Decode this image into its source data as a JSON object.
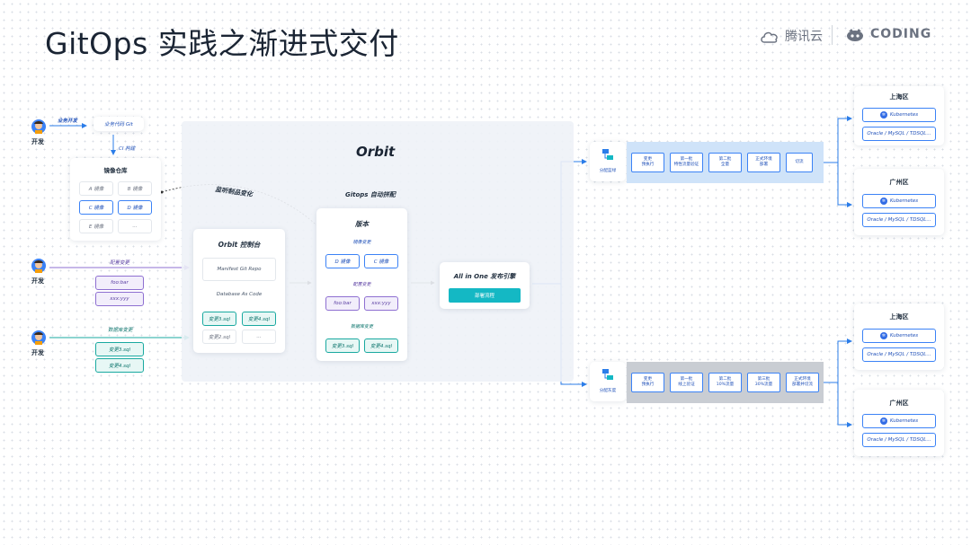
{
  "header": {
    "title": "GitOps 实践之渐进式交付",
    "brand_tencent": "腾讯云",
    "brand_coding": "CODING"
  },
  "left": {
    "dev_label": "开发",
    "row1": {
      "edge_label": "业务开发",
      "git_box": "业务代码 Git",
      "ci_label": "CI 构建"
    },
    "registry": {
      "title": "镜像仓库",
      "images": [
        "A 镜像",
        "B 镜像",
        "C 镜像",
        "D 镜像",
        "E 镜像",
        "..."
      ]
    },
    "row2": {
      "edge_label": "配置变更",
      "chips": [
        "foo:bar",
        "xxx:yyy"
      ]
    },
    "row3": {
      "edge_label": "数据库变更",
      "chips": [
        "变更3.sql",
        "变更4.sql"
      ]
    }
  },
  "orbit": {
    "title": "Orbit",
    "listen_label": "监听制品变化",
    "console": {
      "title": "Orbit 控制台",
      "manifest": "Manifest Git Repo",
      "dbcode": "Database As Code",
      "sql": [
        "变更3.sql",
        "变更4.sql",
        "变更2.sql",
        "..."
      ]
    },
    "assemble": {
      "header": "Gitops 自动拼配",
      "title": "版本",
      "image_section": "镜像变更",
      "images": [
        "D 镜像",
        "C 镜像"
      ],
      "config_section": "配置变更",
      "configs": [
        "foo:bar",
        "xxx:yyy"
      ],
      "db_section": "数据库变更",
      "sqls": [
        "变更3.sql",
        "变更4.sql"
      ]
    },
    "engine": {
      "title": "All in One 发布引擎",
      "button": "部署流程"
    }
  },
  "pipelines": {
    "blue": {
      "label": "分配蓝绿",
      "steps": [
        "变更\n预执行",
        "第一批\n特性流量验证",
        "第二批\n全量",
        "正式环境\n部署",
        "切流"
      ]
    },
    "canary": {
      "label": "分配灰度",
      "steps": [
        "变更\n预执行",
        "第一批\n线上验证",
        "第二批\n10%流量",
        "第三批\n30%流量",
        "正式环境\n部署并切流"
      ]
    }
  },
  "regions": {
    "k8s": "Kubernetes",
    "db": "Oracle / MySQL / TDSQL...",
    "names": [
      "上海区",
      "广州区",
      "上海区",
      "广州区"
    ]
  },
  "colors": {
    "accent": "#2b7de9",
    "purple": "#8e6fd1",
    "teal": "#19a9a0",
    "engine_button": "#14b8c4",
    "blue_lane": "#cfe3f9",
    "gray_lane": "#c9cdd3"
  }
}
